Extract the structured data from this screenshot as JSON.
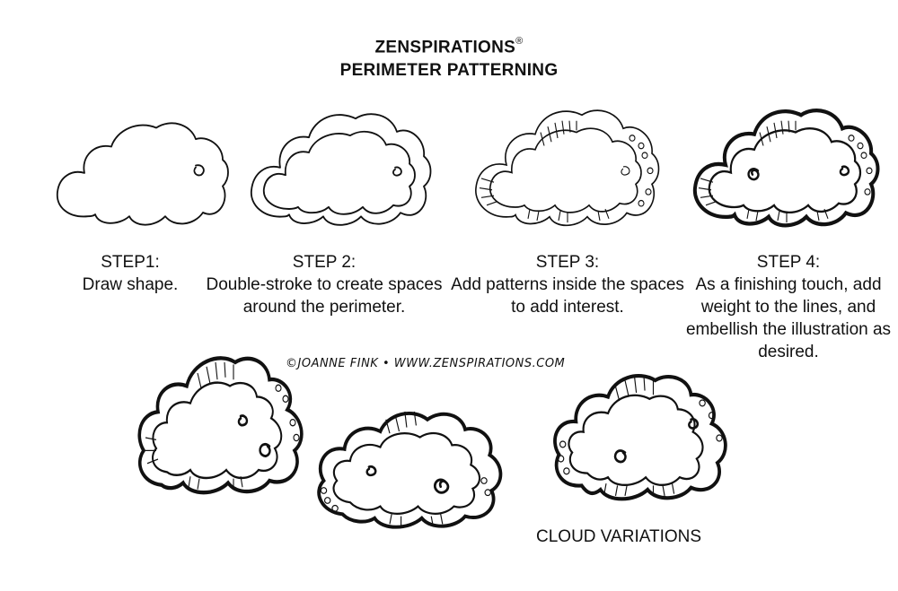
{
  "title": {
    "line1": "ZENSPIRATIONS",
    "trademark": "®",
    "line2": "PERIMETER PATTERNING"
  },
  "steps": [
    {
      "heading": "STEP1:",
      "desc": "Draw shape."
    },
    {
      "heading": "STEP 2:",
      "desc": "Double-stroke to create spaces around the perimeter."
    },
    {
      "heading": "STEP 3:",
      "desc": "Add patterns inside the spaces to add interest."
    },
    {
      "heading": "STEP 4:",
      "desc": "As a finishing touch, add weight to the lines, and embellish the illustration as desired."
    }
  ],
  "credit": "©JOANNE FINK • WWW.ZENSPIRATIONS.COM",
  "variations_label": "CLOUD VARIATIONS",
  "icons": [
    "cloud-outline-icon",
    "cloud-double-stroke-icon",
    "cloud-patterned-icon",
    "cloud-embellished-icon"
  ]
}
